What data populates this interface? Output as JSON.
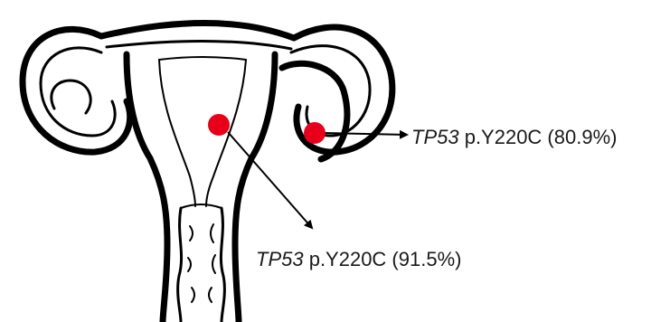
{
  "colors": {
    "outline": "#000000",
    "lesion": "#e8001a",
    "background": "#ffffff"
  },
  "annotations": [
    {
      "gene": "TP53",
      "variant": " p.Y220C (80.9%)"
    },
    {
      "gene": "TP53",
      "variant": " p.Y220C (91.5%)"
    }
  ]
}
